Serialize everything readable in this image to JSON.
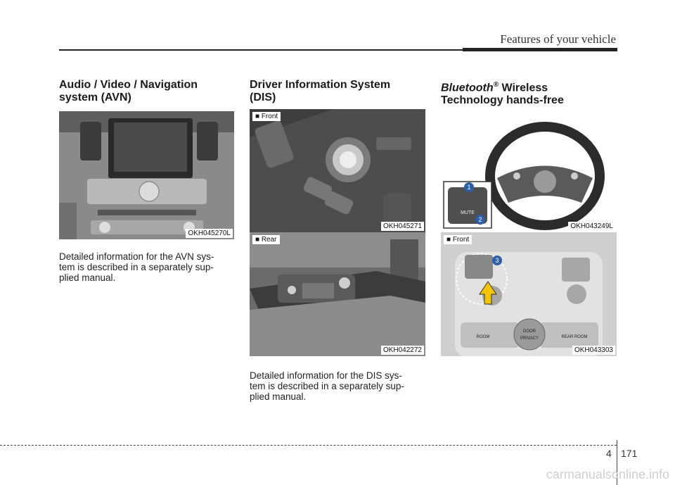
{
  "header": {
    "title": "Features of your vehicle"
  },
  "sections": {
    "avn": {
      "title_line1": "Audio / Video / Navigation",
      "title_line2": "system (AVN)",
      "image_code": "OKH045270L",
      "body_line1": "Detailed information for the AVN sys-",
      "body_line2": "tem is described in a separately sup-",
      "body_line3": "plied manual."
    },
    "dis": {
      "title_line1": "Driver Information System",
      "title_line2": "(DIS)",
      "front_tag": "■ Front",
      "front_code": "OKH045271",
      "rear_tag": "■ Rear",
      "rear_code": "OKH042272",
      "body_line1": "Detailed information for the DIS sys-",
      "body_line2": "tem is described in a separately sup-",
      "body_line3": "plied manual."
    },
    "bluetooth": {
      "title_italic": "Bluetooth",
      "title_reg": "®",
      "title_rest": " Wireless",
      "title_line2": "Technology hands-free",
      "wheel_code": "OKH043249L",
      "callout_1": "1",
      "callout_2": "2",
      "front_tag": "■ Front",
      "front_code": "OKH043303",
      "callout_3": "3",
      "button_mute": "MUTE",
      "button_door": "DOOR",
      "button_privacy": "PRIVACY",
      "button_room": "ROOM",
      "button_rear_room": "REAR ROOM"
    }
  },
  "footer": {
    "chapter": "4",
    "page": "171"
  },
  "watermark": "carmanualsonline.info"
}
